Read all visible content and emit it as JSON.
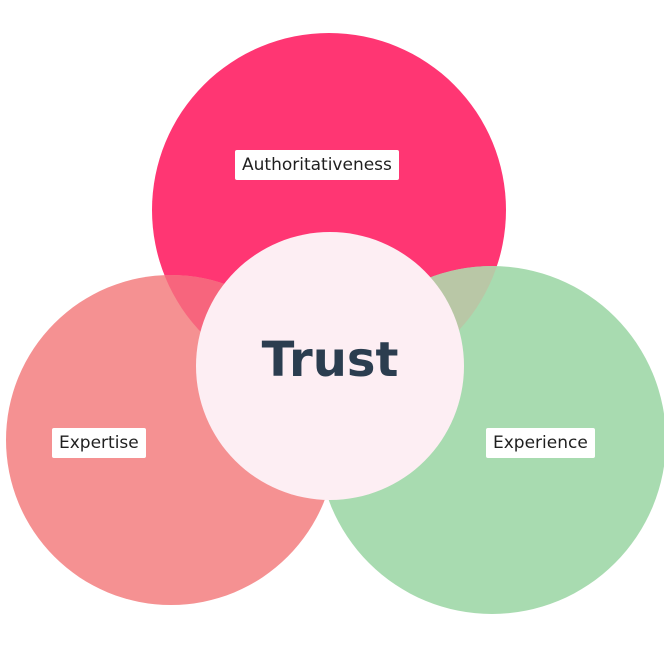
{
  "diagram": {
    "center_label": "Trust",
    "circles": {
      "authoritativeness": {
        "label": "Authoritativeness",
        "color": "#ff3673"
      },
      "expertise": {
        "label": "Expertise",
        "color": "#f59192"
      },
      "experience": {
        "label": "Experience",
        "color": "#a8dbb0"
      }
    },
    "center_color": "#fdeef3",
    "text_color": "#2b3d4f"
  }
}
